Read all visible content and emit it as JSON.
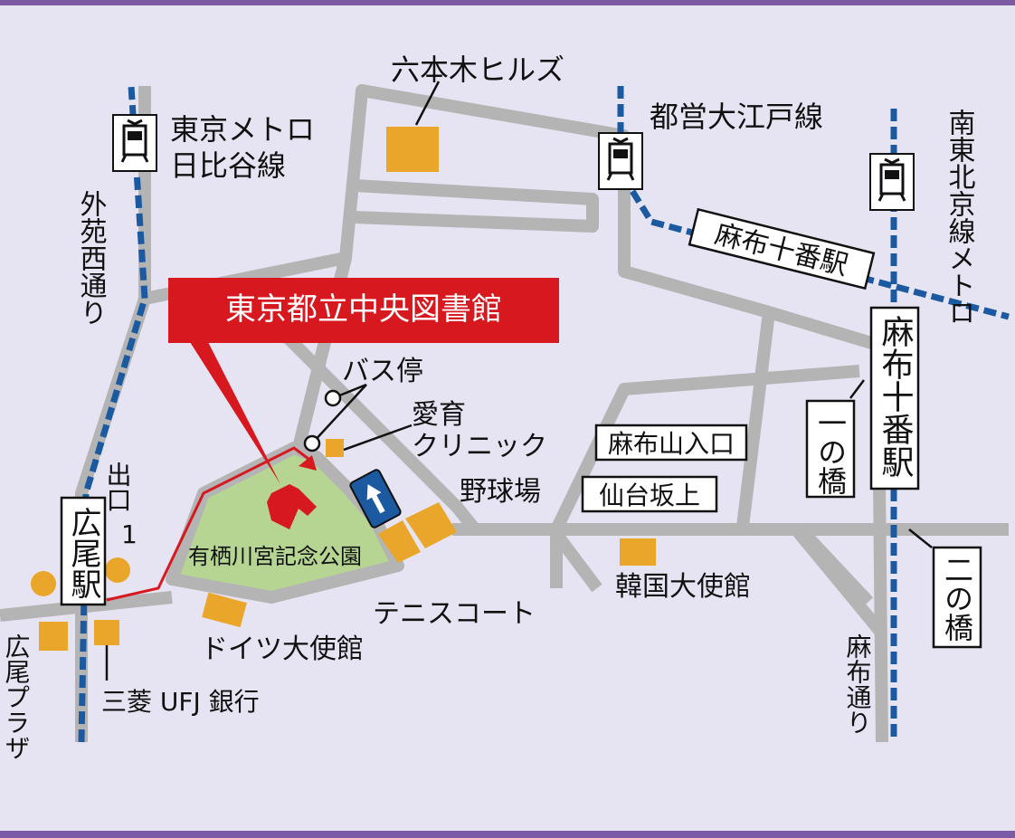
{
  "title": "東京都立中央図書館",
  "park": "有栖川宮記念公園",
  "stations": {
    "hibiya": [
      "東京メトロ",
      "日比谷線"
    ],
    "oedo": "都営大江戸線",
    "nanboku": "南東北京線メトロ",
    "azabu_juban": "麻布十番駅",
    "azabu_juban_v": "麻布十番駅",
    "hiroo": "広尾駅"
  },
  "streets": {
    "gaien_nishi": "外苑西通り",
    "azabu": "麻布通り",
    "ichinohashi": "一の橋",
    "ninohashi": "二の橋",
    "azabuyama": "麻布山入口",
    "sendaizaka": "仙台坂上"
  },
  "places": {
    "roppongi_hills": "六本木ヒルズ",
    "bus_stop": "バス停",
    "clinic": [
      "愛育",
      "クリニック"
    ],
    "baseball": "野球場",
    "tennis": "テニスコート",
    "korea_embassy": "韓国大使館",
    "german_embassy": "ドイツ大使館",
    "bank": "三菱 UFJ 銀行",
    "hiroo_plaza": "広尾プラザ",
    "exit": "出口",
    "exit_num": "1"
  },
  "colors": {
    "background": "#e6e4f2",
    "border": "#7b5ba3",
    "road": "#b4b4b4",
    "park": "#b6d592",
    "building": "#eaa62a",
    "rail": "#1b5aa0",
    "accent": "#d7191f"
  }
}
